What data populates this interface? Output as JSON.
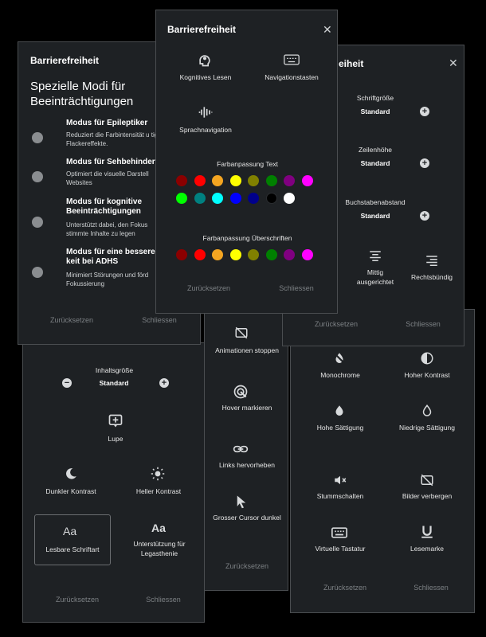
{
  "panel_content_size": {
    "label": "Inhaltsgröße",
    "value": "Standard",
    "items": [
      "Lupe",
      "Dunkler Kontrast",
      "Heller Kontrast",
      "Lesbare Schriftart",
      "Unterstützung für Legasthenie"
    ],
    "reset": "Zurücksetzen",
    "close": "Schliessen"
  },
  "panel_middle": {
    "items": [
      "Animationen stoppen",
      "Hover markieren",
      "Links hervorheben",
      "Grosser Cursor dunkel"
    ],
    "reset": "Zurücksetzen"
  },
  "panel_right_bottom": {
    "items": [
      "Monochrome",
      "Hoher Kontrast",
      "Hohe Sättigung",
      "Niedrige Sättigung",
      "Stummschalten",
      "Bilder verbergen",
      "Virtuelle Tastatur",
      "Lesemarke"
    ],
    "reset": "Zurücksetzen",
    "close": "Schliessen"
  },
  "panel_modes": {
    "title": "Barrierefreiheit",
    "heading": "Spezielle Modi für Beeinträchtigungen",
    "modes": [
      {
        "title": "Modus für Epileptiker",
        "desc": "Reduziert die Farbintensität u tigt Flackereffekte."
      },
      {
        "title": "Modus für Sehbehindert",
        "desc": "Optimiert die visuelle Darstell Websites"
      },
      {
        "title": "Modus für kognitive Beeinträchtigungen",
        "desc": "Unterstützt dabei, den Fokus stimmte Inhalte zu legen"
      },
      {
        "title": "Modus für eine bessere keit bei ADHS",
        "desc": "Minimiert Störungen und förd Fokussierung"
      }
    ],
    "reset": "Zurücksetzen",
    "close": "Schliessen"
  },
  "panel_typography": {
    "title": "Barrierefreiheit",
    "title_partial": "eiheit",
    "rows": [
      {
        "label": "Schriftgröße",
        "value": "Standard"
      },
      {
        "label": "Zeilenhöhe",
        "value": "Standard"
      },
      {
        "label": "Buchstabenabstand",
        "value": "Standard"
      }
    ],
    "align_center": "Mittig ausgerichtet",
    "align_right": "Rechtsbündig",
    "reset": "Zurücksetzen",
    "close": "Schliessen"
  },
  "panel_front": {
    "title": "Barrierefreiheit",
    "items": [
      "Kognitives Lesen",
      "Navigationstasten",
      "Sprachnavigation"
    ],
    "text_color_label": "Farbanpassung Text",
    "heading_color_label": "Farbanpassung Überschriften",
    "text_colors": [
      "#8b0000",
      "#ff0000",
      "#f4a521",
      "#ffff00",
      "#808000",
      "#008000",
      "#800080",
      "#ff00ff",
      "#00ff00",
      "#008080",
      "#00ffff",
      "#0000ff",
      "#00008b",
      "#000000",
      "#ffffff"
    ],
    "heading_colors": [
      "#8b0000",
      "#ff0000",
      "#f4a521",
      "#ffff00",
      "#808000",
      "#008000",
      "#800080",
      "#ff00ff"
    ],
    "reset": "Zurücksetzen",
    "close": "Schliessen"
  },
  "icons": {
    "close": "close-icon",
    "minus": "−",
    "plus": "+"
  }
}
